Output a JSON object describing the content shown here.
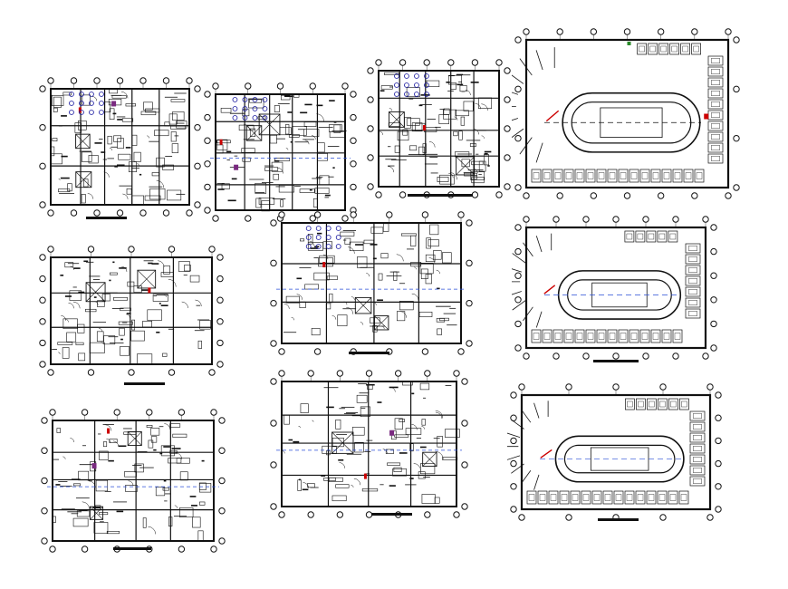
{
  "drawing": {
    "line_color": "#111111",
    "accent_colors": {
      "furniture": "#1a1aa0",
      "highlight": "#cc0000",
      "dimension": "#2a4fd8",
      "finish": "#7a2a80",
      "site": "#2a8a2a",
      "circulation": "#c8a000"
    },
    "sheets": [
      {
        "kind": "floor-plan",
        "row": 1,
        "col": 1
      },
      {
        "kind": "floor-plan",
        "row": 1,
        "col": 2
      },
      {
        "kind": "floor-plan",
        "row": 1,
        "col": 3
      },
      {
        "kind": "parking-plan",
        "row": 1,
        "col": 4
      },
      {
        "kind": "floor-plan",
        "row": 2,
        "col": 1
      },
      {
        "kind": "floor-plan",
        "row": 2,
        "col": 2
      },
      {
        "kind": "parking-plan",
        "row": 2,
        "col": 4
      },
      {
        "kind": "floor-plan",
        "row": 3,
        "col": 1
      },
      {
        "kind": "floor-plan",
        "row": 3,
        "col": 2
      },
      {
        "kind": "parking-plan",
        "row": 3,
        "col": 4
      }
    ]
  }
}
